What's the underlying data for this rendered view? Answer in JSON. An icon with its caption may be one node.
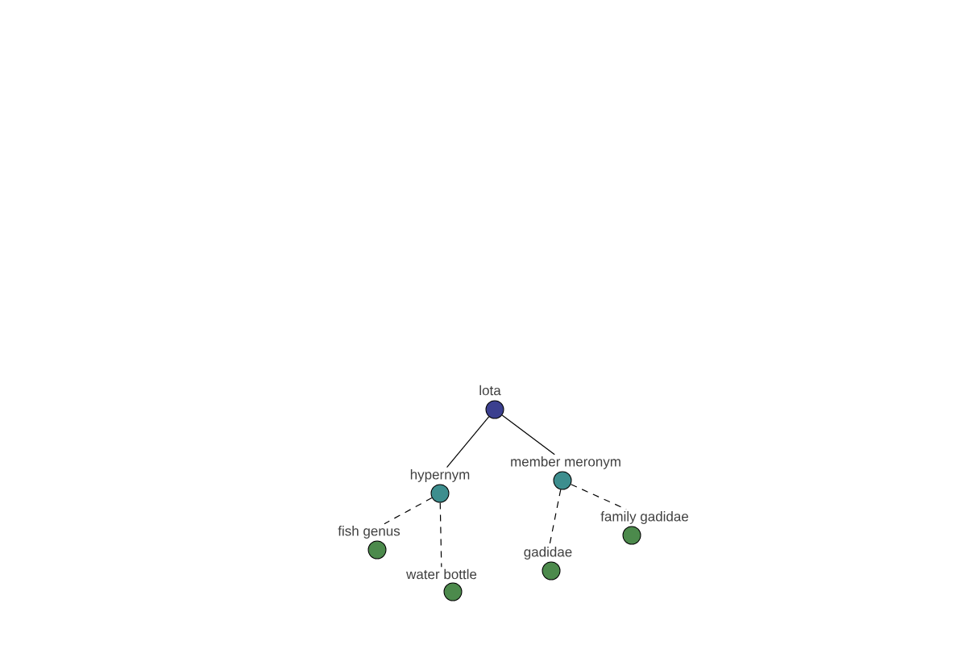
{
  "diagram": {
    "nodes": [
      {
        "text": [
          "lota"
        ]
      },
      {
        "text": [
          "hypernym"
        ]
      },
      {
        "text": [
          "member meronym"
        ]
      },
      {
        "text": [
          "fish genus"
        ]
      },
      {
        "text": [
          "water bottle"
        ]
      },
      {
        "text": [
          "gadidae"
        ]
      },
      {
        "text": [
          "family gadidae"
        ]
      }
    ],
    "edges": [
      {
        "from": 0,
        "to": 1,
        "arrow": "none"
      },
      {
        "from": 0,
        "to": 2,
        "arrow": "none"
      },
      {
        "from": 1,
        "to": 3,
        "arrow": "none",
        "style": "dashed"
      },
      {
        "from": 1,
        "to": 4,
        "arrow": "none",
        "style": "dashed"
      },
      {
        "from": 2,
        "to": 5,
        "arrow": "none",
        "style": "dashed"
      },
      {
        "from": 2,
        "to": 6,
        "arrow": "none",
        "style": "dashed"
      }
    ]
  }
}
